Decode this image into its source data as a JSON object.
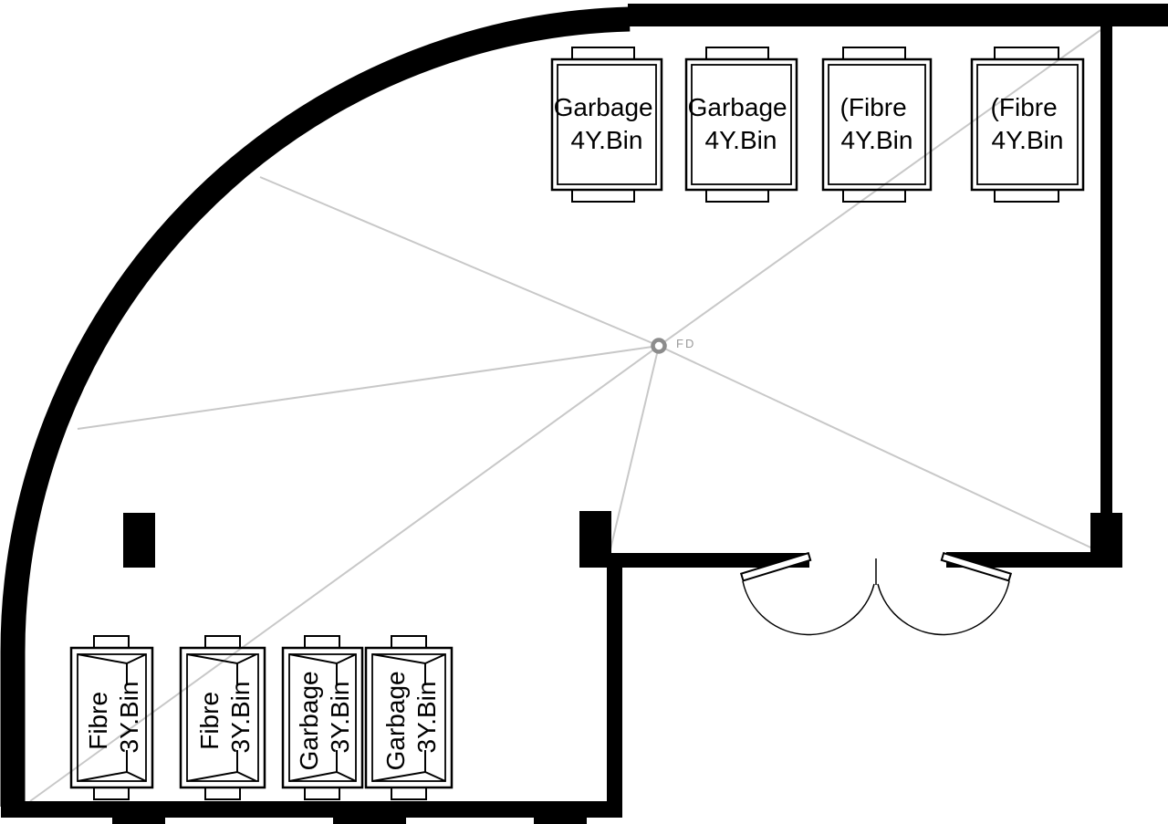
{
  "drain": {
    "label": "FD"
  },
  "bins_top": [
    {
      "line1": "Garbage",
      "line2": "4Y.Bin"
    },
    {
      "line1": "Garbage",
      "line2": "4Y.Bin"
    },
    {
      "line1": "(Fibre",
      "line2": "4Y.Bin"
    },
    {
      "line1": "(Fibre",
      "line2": "4Y.Bin"
    }
  ],
  "bins_bottom": [
    {
      "line1": "Fibre",
      "line2": "3Y.Bin"
    },
    {
      "line1": "Fibre",
      "line2": "3Y.Bin"
    },
    {
      "line1": "Garbage",
      "line2": "3Y.Bin"
    },
    {
      "line1": "Garbage",
      "line2": "3Y.Bin"
    }
  ],
  "colors": {
    "wall": "#000000",
    "bin_outline": "#000000",
    "slope_line": "#c8c8c8",
    "drain_symbol": "#8c8c8c",
    "drain_label": "#9a9a9a",
    "background": "#ffffff"
  }
}
